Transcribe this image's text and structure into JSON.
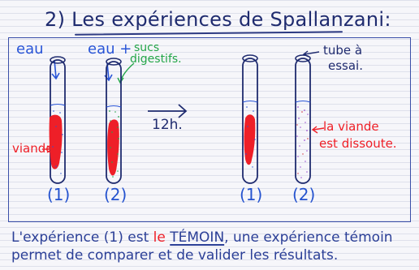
{
  "title": "2) Les expériences de Spallanzani:",
  "labels": {
    "eau": "eau",
    "eau_sucs": "eau +",
    "sucs": "sucs",
    "digestifs": "digestifs.",
    "duration": "12h.",
    "tube": "tube à",
    "tube_line2": "essai.",
    "viande": "viande",
    "dissolved_line1": "la viande",
    "dissolved_line2": "est dissoute."
  },
  "tubes": [
    {
      "label": "(1)"
    },
    {
      "label": "(2)"
    },
    {
      "label": "(1)"
    },
    {
      "label": "(2)"
    }
  ],
  "conclusion": {
    "line1_part1": "L'expérience (1) est",
    "line1_part2": "le",
    "line1_part3": "TÉMOIN",
    "line1_part4": ", une expérience témoin",
    "line2": "permet de comparer et de valider les résultats."
  },
  "colors": {
    "blue": "#2854d7",
    "dark_blue": "#1f2b6f",
    "red": "#ef2028",
    "green": "#23a548"
  }
}
